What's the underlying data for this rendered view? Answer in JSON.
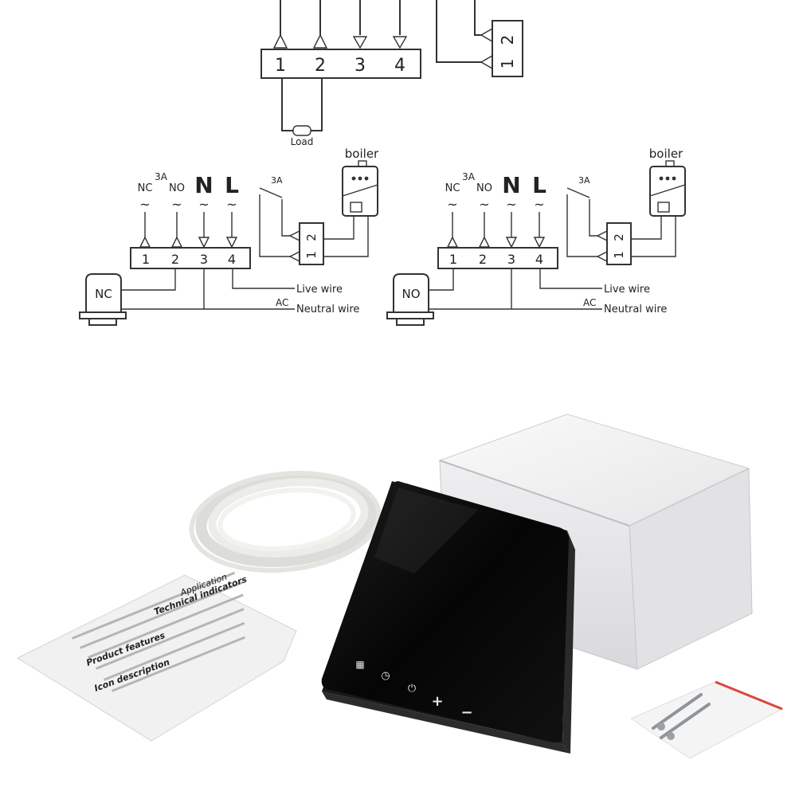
{
  "top_diagram": {
    "terminals": [
      "1",
      "2",
      "3",
      "4"
    ],
    "relay_pins": [
      "1",
      "2"
    ],
    "load_label": "Load"
  },
  "left_diagram": {
    "terminal_tags": {
      "nc": "NC",
      "rating": "3A",
      "no": "NO",
      "n": "N",
      "l": "L"
    },
    "terminals": [
      "1",
      "2",
      "3",
      "4"
    ],
    "switch_rating": "3A",
    "boiler_label": "boiler",
    "relay_pins": [
      "1",
      "2"
    ],
    "valve_label": "NC",
    "live_label": "Live wire",
    "ac_label": "AC",
    "neutral_label": "Neutral wire"
  },
  "right_diagram": {
    "terminal_tags": {
      "nc": "NC",
      "rating": "3A",
      "no": "NO",
      "n": "N",
      "l": "L"
    },
    "terminals": [
      "1",
      "2",
      "3",
      "4"
    ],
    "switch_rating": "3A",
    "boiler_label": "boiler",
    "relay_pins": [
      "1",
      "2"
    ],
    "valve_label": "NO",
    "live_label": "Live wire",
    "ac_label": "AC",
    "neutral_label": "Neutral wire"
  },
  "photo": {
    "manual_lines": [
      "Application",
      "Technical indicators",
      "Product features",
      "Icon description"
    ],
    "thermostat_buttons": [
      {
        "icon": "menu-grid-icon",
        "glyph": "▦"
      },
      {
        "icon": "clock-icon",
        "glyph": "◷"
      },
      {
        "icon": "power-icon",
        "glyph": "⏻"
      },
      {
        "icon": "plus-icon",
        "glyph": "+"
      },
      {
        "icon": "minus-icon",
        "glyph": "−"
      }
    ],
    "colors": {
      "panel": "#0b0b0b",
      "box": "#f0f0f2",
      "cable": "#e9e9e6",
      "bag_border": "#d9473b"
    }
  }
}
